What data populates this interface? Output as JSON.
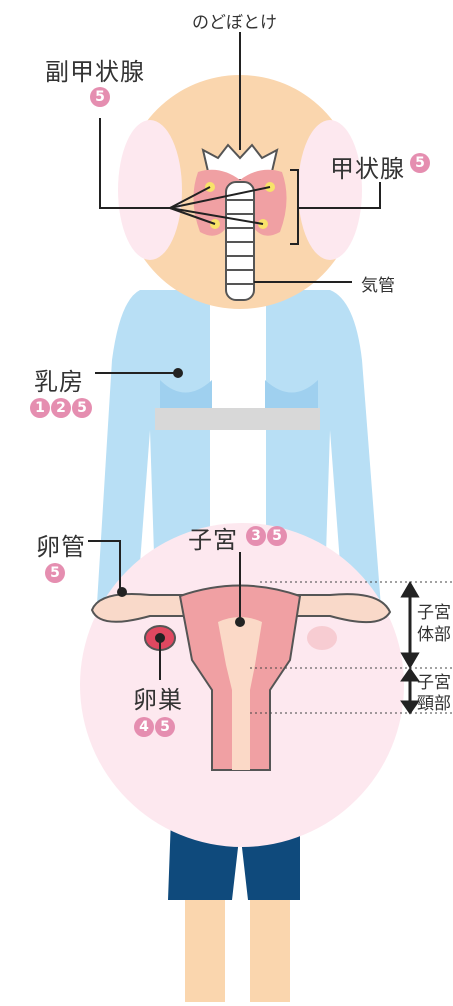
{
  "labels": {
    "throat": "のどぼとけ",
    "parathyroid": "副甲状腺",
    "thyroid": "甲状腺",
    "trachea": "気管",
    "breast": "乳房",
    "fallopian_tube": "卵管",
    "uterus": "子宮",
    "ovary": "卵巣",
    "uterine_body_1": "子宮",
    "uterine_body_2": "体部",
    "uterine_cervix_1": "子宮",
    "uterine_cervix_2": "頸部"
  },
  "badges": {
    "parathyroid": [
      "5"
    ],
    "thyroid": [
      "5"
    ],
    "breast": [
      "1",
      "2",
      "5"
    ],
    "fallopian_tube": [
      "5"
    ],
    "uterus": [
      "3",
      "5"
    ],
    "ovary": [
      "4",
      "5"
    ]
  },
  "colors": {
    "skin": "#fad6ae",
    "shirt": "#b8dff5",
    "pink_bubble": "#fde8ef",
    "organ_pink": "#f0a0a3",
    "ovary_red": "#e04860",
    "badge": "#e58eb0",
    "pants": "#0f4a7c"
  }
}
